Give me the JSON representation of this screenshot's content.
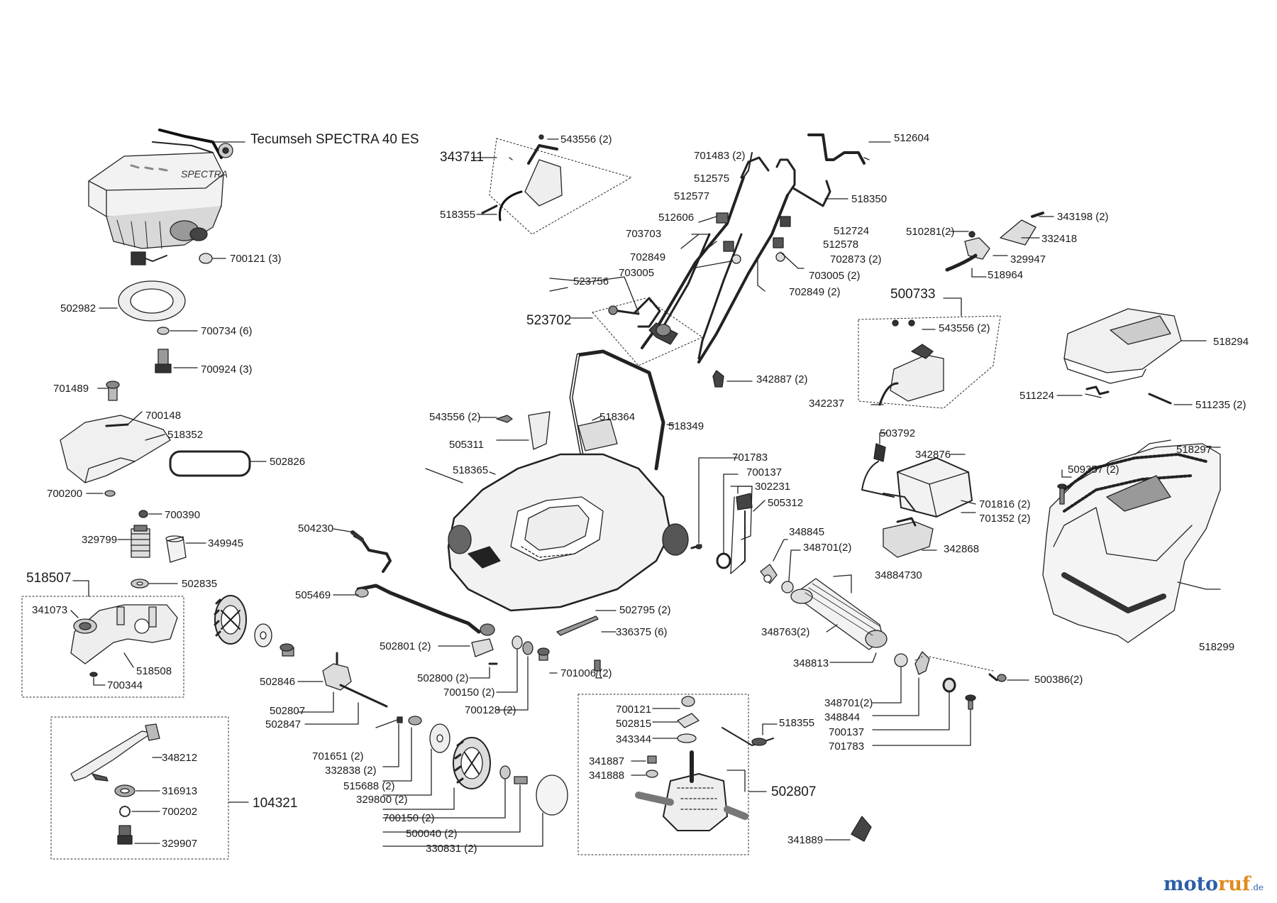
{
  "diagram": {
    "engine_label": "Tecumseh SPECTRA 40 ES",
    "watermark": {
      "part_a": "moto",
      "part_b": "ruf",
      "part_c": ".de"
    },
    "labels": [
      {
        "id": "l-700121-3",
        "text": "700121 (3)"
      },
      {
        "id": "l-502982",
        "text": "502982"
      },
      {
        "id": "l-700734",
        "text": "700734 (6)"
      },
      {
        "id": "l-700924",
        "text": "700924 (3)"
      },
      {
        "id": "l-701489",
        "text": "701489"
      },
      {
        "id": "l-700148",
        "text": "700148"
      },
      {
        "id": "l-518352",
        "text": "518352"
      },
      {
        "id": "l-502826",
        "text": "502826"
      },
      {
        "id": "l-700200",
        "text": "700200"
      },
      {
        "id": "l-700390",
        "text": "700390"
      },
      {
        "id": "l-329799",
        "text": "329799"
      },
      {
        "id": "l-349945",
        "text": "349945"
      },
      {
        "id": "l-502835",
        "text": "502835"
      },
      {
        "id": "l-518507",
        "text": "518507"
      },
      {
        "id": "l-341073",
        "text": "341073"
      },
      {
        "id": "l-518508",
        "text": "518508"
      },
      {
        "id": "l-700344",
        "text": "700344"
      },
      {
        "id": "l-348212",
        "text": "348212"
      },
      {
        "id": "l-316913",
        "text": "316913"
      },
      {
        "id": "l-700202",
        "text": "700202"
      },
      {
        "id": "l-104321",
        "text": "104321"
      },
      {
        "id": "l-329907",
        "text": "329907"
      },
      {
        "id": "l-343711",
        "text": "343711"
      },
      {
        "id": "l-543556-a",
        "text": "543556 (2)"
      },
      {
        "id": "l-518355-a",
        "text": "518355"
      },
      {
        "id": "l-701483",
        "text": "701483 (2)"
      },
      {
        "id": "l-512575",
        "text": "512575"
      },
      {
        "id": "l-512577",
        "text": "512577"
      },
      {
        "id": "l-512606",
        "text": "512606"
      },
      {
        "id": "l-703703",
        "text": "703703"
      },
      {
        "id": "l-702849-a",
        "text": "702849"
      },
      {
        "id": "l-703005-a",
        "text": "703005"
      },
      {
        "id": "l-523756",
        "text": "523756"
      },
      {
        "id": "l-523702",
        "text": "523702"
      },
      {
        "id": "l-512604",
        "text": "512604"
      },
      {
        "id": "l-518350",
        "text": "518350"
      },
      {
        "id": "l-512724",
        "text": "512724"
      },
      {
        "id": "l-512578",
        "text": "512578"
      },
      {
        "id": "l-702873",
        "text": "702873 (2)"
      },
      {
        "id": "l-703005-b",
        "text": "703005 (2)"
      },
      {
        "id": "l-702849-b",
        "text": "702849 (2)"
      },
      {
        "id": "l-342887",
        "text": "342887 (2)"
      },
      {
        "id": "l-510281",
        "text": "510281(2)"
      },
      {
        "id": "l-343198",
        "text": "343198 (2)"
      },
      {
        "id": "l-332418",
        "text": "332418"
      },
      {
        "id": "l-329947",
        "text": "329947"
      },
      {
        "id": "l-518964",
        "text": "518964"
      },
      {
        "id": "l-500733",
        "text": "500733"
      },
      {
        "id": "l-543556-b",
        "text": "543556 (2)"
      },
      {
        "id": "l-342237",
        "text": "342237"
      },
      {
        "id": "l-518294",
        "text": "518294"
      },
      {
        "id": "l-511224",
        "text": "511224"
      },
      {
        "id": "l-511235",
        "text": "511235 (2)"
      },
      {
        "id": "l-543556-c",
        "text": "543556 (2)"
      },
      {
        "id": "l-505311",
        "text": "505311"
      },
      {
        "id": "l-518364",
        "text": "518364"
      },
      {
        "id": "l-518349",
        "text": "518349"
      },
      {
        "id": "l-518365",
        "text": "518365"
      },
      {
        "id": "l-701783-a",
        "text": "701783"
      },
      {
        "id": "l-700137-a",
        "text": "700137"
      },
      {
        "id": "l-302231",
        "text": "302231"
      },
      {
        "id": "l-505312",
        "text": "505312"
      },
      {
        "id": "l-503792",
        "text": "503792"
      },
      {
        "id": "l-342876",
        "text": "342876"
      },
      {
        "id": "l-701816",
        "text": "701816 (2)"
      },
      {
        "id": "l-701352",
        "text": "701352 (2)"
      },
      {
        "id": "l-342868",
        "text": "342868"
      },
      {
        "id": "l-518297",
        "text": "518297"
      },
      {
        "id": "l-509357",
        "text": "509357 (2)"
      },
      {
        "id": "l-518299",
        "text": "518299"
      },
      {
        "id": "l-504230",
        "text": "504230"
      },
      {
        "id": "l-505469",
        "text": "505469"
      },
      {
        "id": "l-348845",
        "text": "348845"
      },
      {
        "id": "l-348701-a",
        "text": "348701(2)"
      },
      {
        "id": "l-34884730",
        "text": "34884730"
      },
      {
        "id": "l-348763",
        "text": "348763(2)"
      },
      {
        "id": "l-348813",
        "text": "348813"
      },
      {
        "id": "l-502795",
        "text": "502795 (2)"
      },
      {
        "id": "l-336375",
        "text": "336375 (6)"
      },
      {
        "id": "l-502801",
        "text": "502801 (2)"
      },
      {
        "id": "l-502800",
        "text": "502800 (2)"
      },
      {
        "id": "l-700150-a",
        "text": "700150 (2)"
      },
      {
        "id": "l-701006",
        "text": "701006 (2)"
      },
      {
        "id": "l-700128",
        "text": "700128 (2)"
      },
      {
        "id": "l-502846",
        "text": "502846"
      },
      {
        "id": "l-502807-a",
        "text": "502807"
      },
      {
        "id": "l-502847",
        "text": "502847"
      },
      {
        "id": "l-701651",
        "text": "701651 (2)"
      },
      {
        "id": "l-332838",
        "text": "332838 (2)"
      },
      {
        "id": "l-515688",
        "text": "515688 (2)"
      },
      {
        "id": "l-329800",
        "text": "329800 (2)"
      },
      {
        "id": "l-700150-b",
        "text": "700150 (2)"
      },
      {
        "id": "l-500040",
        "text": "500040 (2)"
      },
      {
        "id": "l-330831",
        "text": "330831 (2)"
      },
      {
        "id": "l-700121-b",
        "text": "700121"
      },
      {
        "id": "l-502815",
        "text": "502815"
      },
      {
        "id": "l-343344",
        "text": "343344"
      },
      {
        "id": "l-341887",
        "text": "341887"
      },
      {
        "id": "l-341888",
        "text": "341888"
      },
      {
        "id": "l-518355-b",
        "text": "518355"
      },
      {
        "id": "l-502807-b",
        "text": "502807"
      },
      {
        "id": "l-341889",
        "text": "341889"
      },
      {
        "id": "l-500386",
        "text": "500386(2)"
      },
      {
        "id": "l-348701-b",
        "text": "348701(2)"
      },
      {
        "id": "l-348844",
        "text": "348844"
      },
      {
        "id": "l-700137-b",
        "text": "700137"
      },
      {
        "id": "l-701783-b",
        "text": "701783"
      }
    ]
  }
}
